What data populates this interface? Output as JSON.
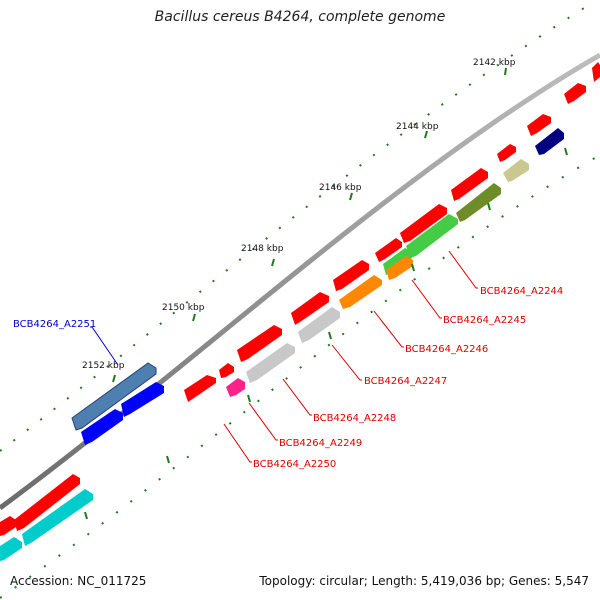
{
  "title": "Bacillus cereus B4264, complete genome",
  "footer": {
    "accession": "Accession: NC_011725",
    "summary": "Topology: circular; Length: 5,419,036 bp; Genes: 5,547"
  },
  "colors": {
    "backbone": "#8c8c8c",
    "ticks": "#1e7a1e",
    "label_red": "#dd0000",
    "label_blue": "#0000cc"
  },
  "scale_labels": [
    "2142 kbp",
    "2144 kbp",
    "2146 kbp",
    "2148 kbp",
    "2150 kbp",
    "2152 kbp"
  ],
  "genes": [
    {
      "name": "BCB4264_A2244",
      "color": "#44cc44",
      "label_color": "#dd0000"
    },
    {
      "name": "BCB4264_A2245",
      "color": "#ff8800",
      "label_color": "#dd0000"
    },
    {
      "name": "BCB4264_A2246",
      "color": "#c8c8c8",
      "label_color": "#dd0000"
    },
    {
      "name": "BCB4264_A2247",
      "color": "#c8c8c8",
      "label_color": "#dd0000"
    },
    {
      "name": "BCB4264_A2248",
      "color": "#ff2288",
      "label_color": "#dd0000"
    },
    {
      "name": "BCB4264_A2249",
      "color": "#ff0000",
      "label_color": "#dd0000"
    },
    {
      "name": "BCB4264_A2250",
      "color": "#ff0000",
      "label_color": "#dd0000"
    },
    {
      "name": "BCB4264_A2251",
      "color": "#4d7fb0",
      "label_color": "#0000cc"
    }
  ]
}
